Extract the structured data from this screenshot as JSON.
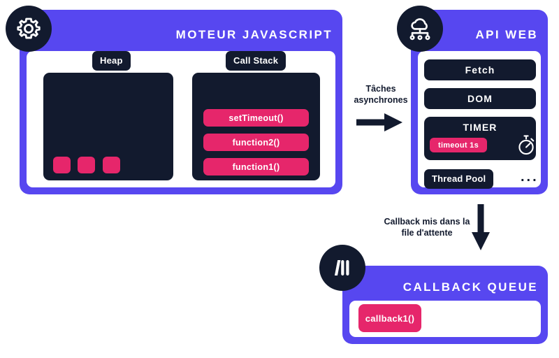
{
  "engine": {
    "title": "MOTEUR JAVASCRIPT",
    "icon": "gear-icon",
    "heap": {
      "label": "Heap",
      "blocks": [
        "block-1",
        "block-2",
        "block-3"
      ]
    },
    "call_stack": {
      "label": "Call Stack",
      "frames": [
        "setTimeout()",
        "function2()",
        "function1()"
      ]
    }
  },
  "async_arrow": {
    "caption": "Tâches\nasynchrones",
    "direction": "right"
  },
  "web_api": {
    "title": "API WEB",
    "icon": "cloud-network-icon",
    "rows": [
      {
        "name": "Fetch"
      },
      {
        "name": "DOM"
      }
    ],
    "timer": {
      "name": "TIMER",
      "badge": "timeout 1s",
      "icon": "stopwatch-icon"
    },
    "thread_pool": "Thread Pool",
    "more": "..."
  },
  "queue_arrow": {
    "caption": "Callback mis dans la\nfile d'attente",
    "direction": "down"
  },
  "callback_queue": {
    "title": "CALLBACK QUEUE",
    "icon": "queue-bars-icon",
    "items": [
      "callback1()"
    ]
  },
  "colors": {
    "purple": "#5747f0",
    "navy": "#121a2e",
    "pink": "#e6266b",
    "white": "#ffffff"
  }
}
